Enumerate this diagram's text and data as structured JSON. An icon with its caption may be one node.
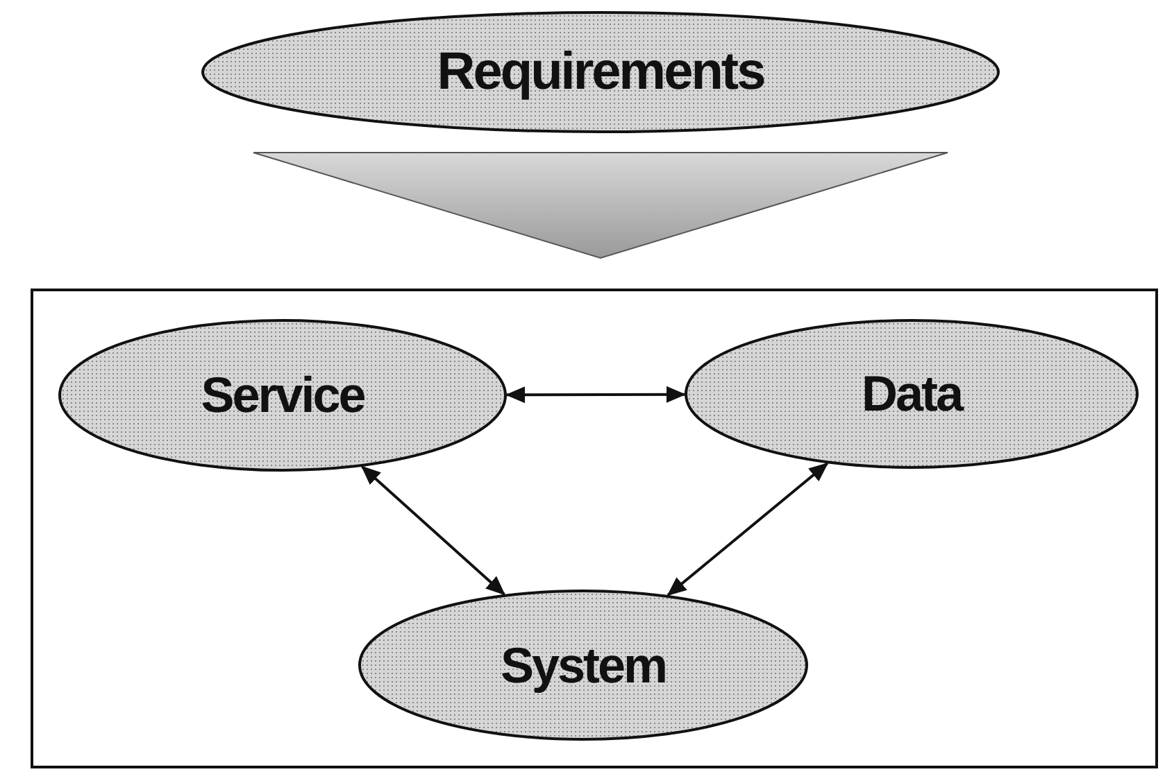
{
  "diagram": {
    "nodes": [
      {
        "text": [
          "Requirements"
        ]
      },
      {
        "text": [],
        "shape": "box"
      },
      {
        "text": [
          "Service"
        ],
        "in": 1
      },
      {
        "text": [
          "Data"
        ],
        "in": 1
      },
      {
        "text": [
          "System"
        ],
        "in": 1
      }
    ],
    "edges": [
      {
        "from": 0,
        "to": 1,
        "arrow": "to",
        "style": "thick"
      },
      {
        "from": 2,
        "to": 3,
        "arrow": "both"
      },
      {
        "from": 2,
        "to": 4,
        "arrow": "both"
      },
      {
        "from": 3,
        "to": 4,
        "arrow": "both"
      }
    ]
  }
}
